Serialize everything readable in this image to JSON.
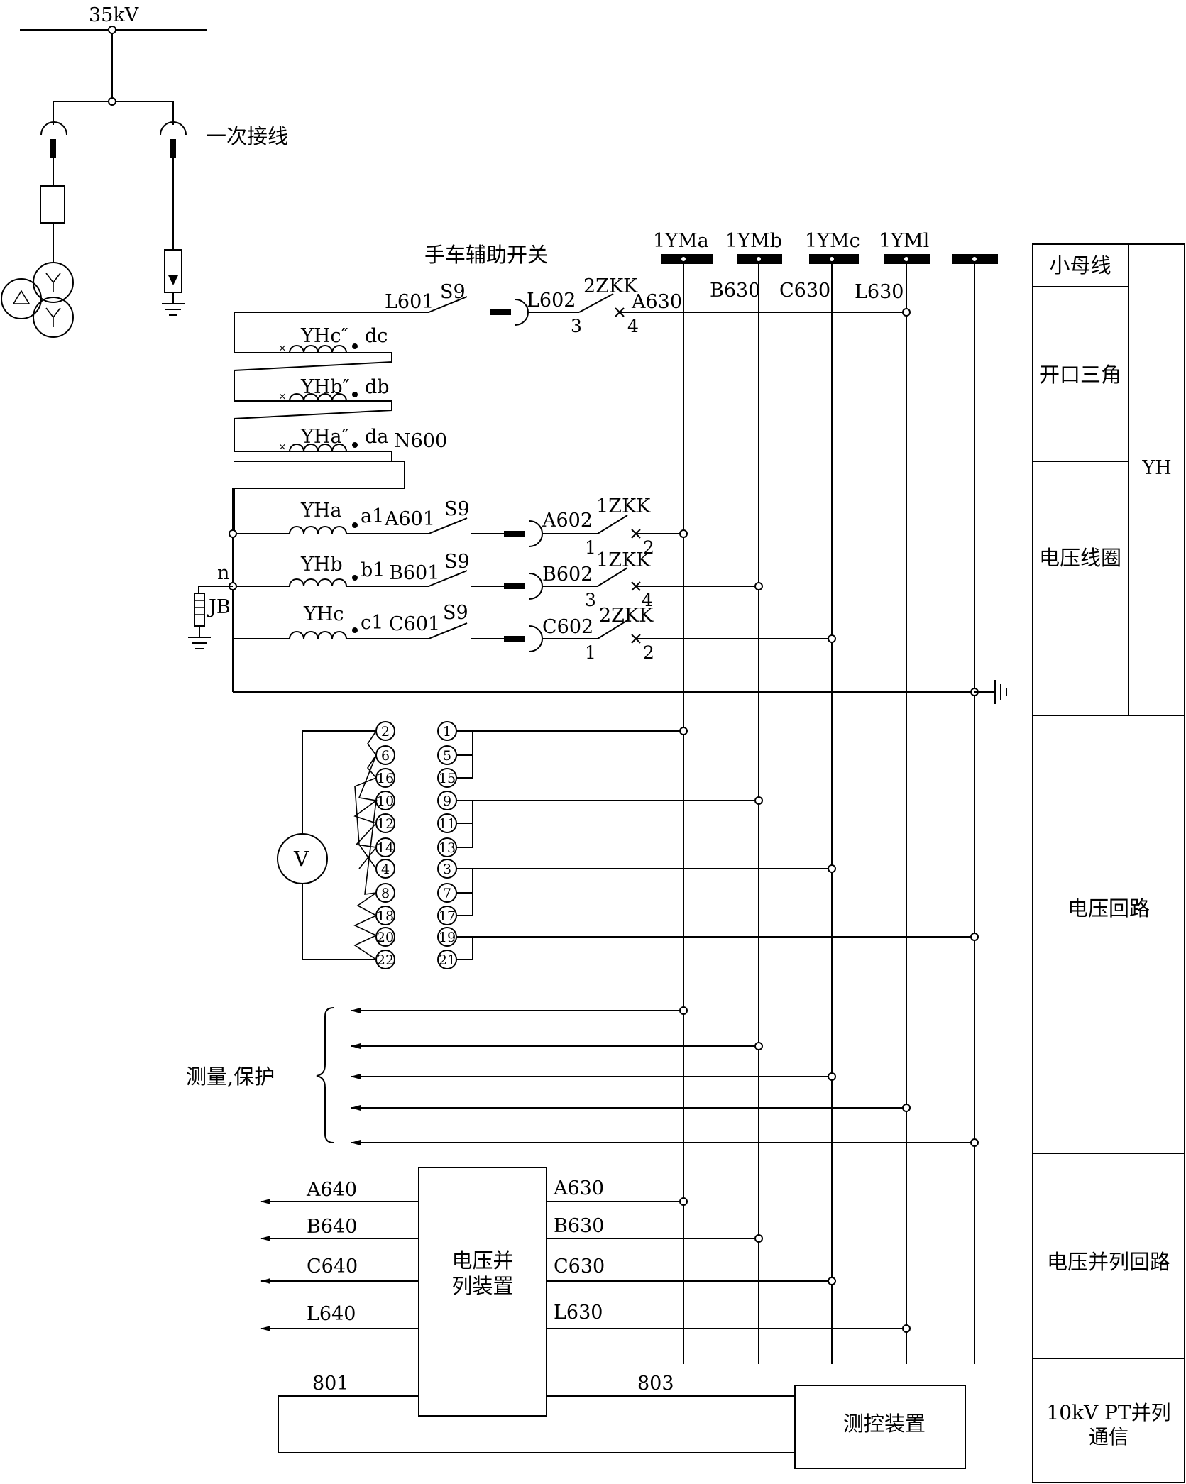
{
  "primary": {
    "voltage": "35kV",
    "label": "一次接线"
  },
  "aux_switch_label": "手车辅助开关",
  "buses": [
    {
      "name": "1YMa"
    },
    {
      "name": "1YMb"
    },
    {
      "name": "1YMc"
    },
    {
      "name": "1YMl"
    },
    {
      "name": ""
    }
  ],
  "open_delta": {
    "wires": {
      "l601": "L601",
      "s9": "S9",
      "l602": "L602",
      "zkk": "2ZKK",
      "a630": "A630",
      "n3": "3",
      "n4": "4",
      "n600": "N600"
    },
    "bus_taps": {
      "b630": "B630",
      "c630": "C630",
      "l630": "L630"
    },
    "windings": [
      {
        "name": "YHc″",
        "terminal": "dc"
      },
      {
        "name": "YHb″",
        "terminal": "db"
      },
      {
        "name": "YHa″",
        "terminal": "da"
      }
    ]
  },
  "star": {
    "neutral": "n",
    "arrester": "JB",
    "phases": [
      {
        "winding": "YHa",
        "terminal": "a1",
        "wire": "A601",
        "switch": "S9",
        "out": "A602",
        "breaker": "1ZKK",
        "pin_in": "1",
        "pin_out": "2"
      },
      {
        "winding": "YHb",
        "terminal": "b1",
        "wire": "B601",
        "switch": "S9",
        "out": "B602",
        "breaker": "1ZKK",
        "pin_in": "3",
        "pin_out": "4"
      },
      {
        "winding": "YHc",
        "terminal": "c1",
        "wire": "C601",
        "switch": "S9",
        "out": "C602",
        "breaker": "2ZKK",
        "pin_in": "1",
        "pin_out": "2"
      }
    ]
  },
  "voltmeter": {
    "symbol": "V",
    "left_terminals": [
      "2",
      "6",
      "16",
      "10",
      "12",
      "14",
      "4",
      "8",
      "18",
      "20",
      "22"
    ],
    "right_terminals": [
      "1",
      "5",
      "15",
      "9",
      "11",
      "13",
      "3",
      "7",
      "17",
      "19",
      "21"
    ]
  },
  "measure_label": "测量,保护",
  "parallel": {
    "device": "电压并\n列装置",
    "left_wires": [
      "A640",
      "B640",
      "C640",
      "L640"
    ],
    "right_wires": [
      "A630",
      "B630",
      "C630",
      "L630"
    ],
    "w801": "801",
    "w803": "803",
    "control_device": "测控装置"
  },
  "sections": {
    "small_bus": "小母线",
    "open_delta": "开口三角",
    "voltage_coil": "电压线圈",
    "yh": "YH",
    "voltage_circuit": "电压回路",
    "parallel_circuit": "电压并列回路",
    "pt_comm": "10kV PT并列\n通信"
  }
}
